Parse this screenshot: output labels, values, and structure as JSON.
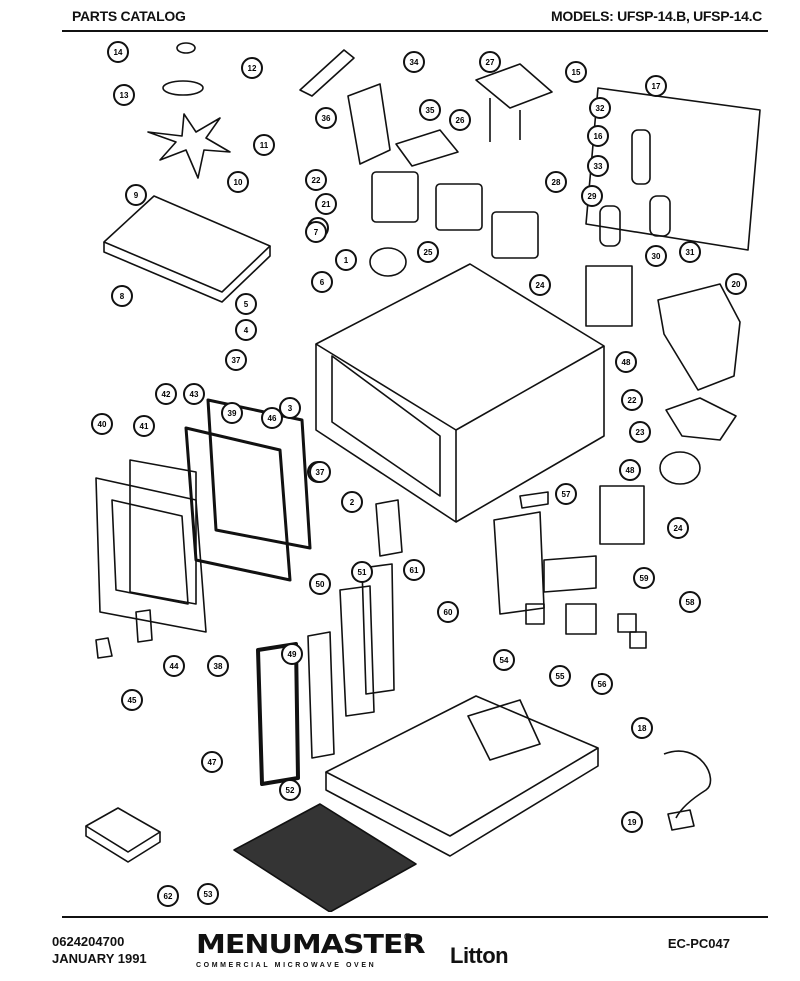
{
  "header": {
    "left": "PARTS CATALOG",
    "right": "MODELS:  UFSP-14.B, UFSP-14.C"
  },
  "parts": [
    {
      "number": "14"
    },
    {
      "number": "12"
    },
    {
      "number": "13"
    },
    {
      "number": "11"
    },
    {
      "number": "9"
    },
    {
      "number": "10"
    },
    {
      "number": "8"
    },
    {
      "number": "36"
    },
    {
      "number": "34"
    },
    {
      "number": "35"
    },
    {
      "number": "26"
    },
    {
      "number": "27"
    },
    {
      "number": "15"
    },
    {
      "number": "17"
    },
    {
      "number": "32"
    },
    {
      "number": "16"
    },
    {
      "number": "33"
    },
    {
      "number": "29"
    },
    {
      "number": "31"
    },
    {
      "number": "30"
    },
    {
      "number": "22"
    },
    {
      "number": "21"
    },
    {
      "number": "23"
    },
    {
      "number": "25"
    },
    {
      "number": "28"
    },
    {
      "number": "7"
    },
    {
      "number": "6"
    },
    {
      "number": "1"
    },
    {
      "number": "5"
    },
    {
      "number": "4"
    },
    {
      "number": "24"
    },
    {
      "number": "20"
    },
    {
      "number": "48"
    },
    {
      "number": "37"
    },
    {
      "number": "39"
    },
    {
      "number": "3"
    },
    {
      "number": "46"
    },
    {
      "number": "27"
    },
    {
      "number": "22"
    },
    {
      "number": "23"
    },
    {
      "number": "40"
    },
    {
      "number": "41"
    },
    {
      "number": "42"
    },
    {
      "number": "43"
    },
    {
      "number": "37"
    },
    {
      "number": "2"
    },
    {
      "number": "48"
    },
    {
      "number": "57"
    },
    {
      "number": "24"
    },
    {
      "number": "61"
    },
    {
      "number": "50"
    },
    {
      "number": "51"
    },
    {
      "number": "59"
    },
    {
      "number": "58"
    },
    {
      "number": "60"
    },
    {
      "number": "38"
    },
    {
      "number": "44"
    },
    {
      "number": "54"
    },
    {
      "number": "55"
    },
    {
      "number": "56"
    },
    {
      "number": "45"
    },
    {
      "number": "49"
    },
    {
      "number": "18"
    },
    {
      "number": "47"
    },
    {
      "number": "52"
    },
    {
      "number": "19"
    },
    {
      "number": "62"
    },
    {
      "number": "53"
    }
  ],
  "footer": {
    "doc_number": "0624204700",
    "date": "JANUARY 1991",
    "brand": "MENUMASTER",
    "brand_mark": "®",
    "tagline": "COMMERCIAL MICROWAVE OVEN",
    "maker": "Litton",
    "code": "EC-PC047"
  }
}
